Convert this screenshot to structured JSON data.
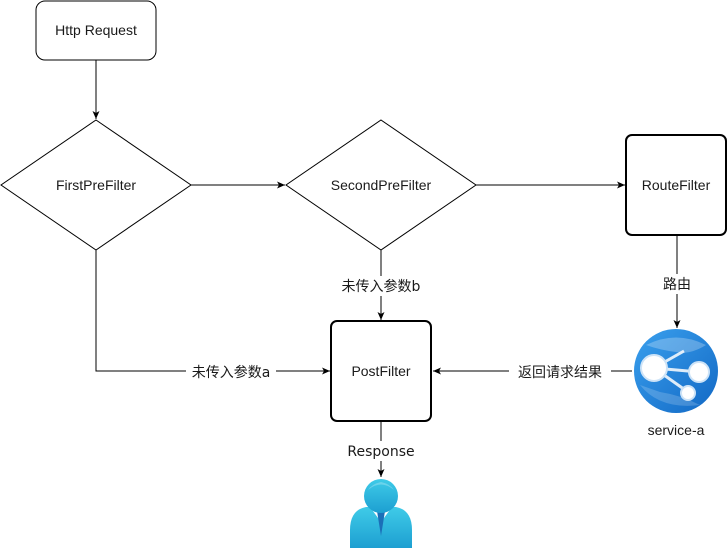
{
  "nodes": {
    "http_request": "Http Request",
    "first_pre_filter": "FirstPreFilter",
    "second_pre_filter": "SecondPreFilter",
    "route_filter": "RouteFilter",
    "post_filter": "PostFilter",
    "service": "service-a"
  },
  "edges": {
    "missing_param_a": "未传入参数a",
    "missing_param_b": "未传入参数b",
    "route": "路由",
    "return_result": "返回请求结果",
    "response": "Response"
  },
  "icons": {
    "service": "web-app-globe-icon",
    "client": "user-icon"
  },
  "colors": {
    "stroke": "#000000",
    "icon_blue": "#1e80d6",
    "icon_light_blue": "#32bedd"
  }
}
